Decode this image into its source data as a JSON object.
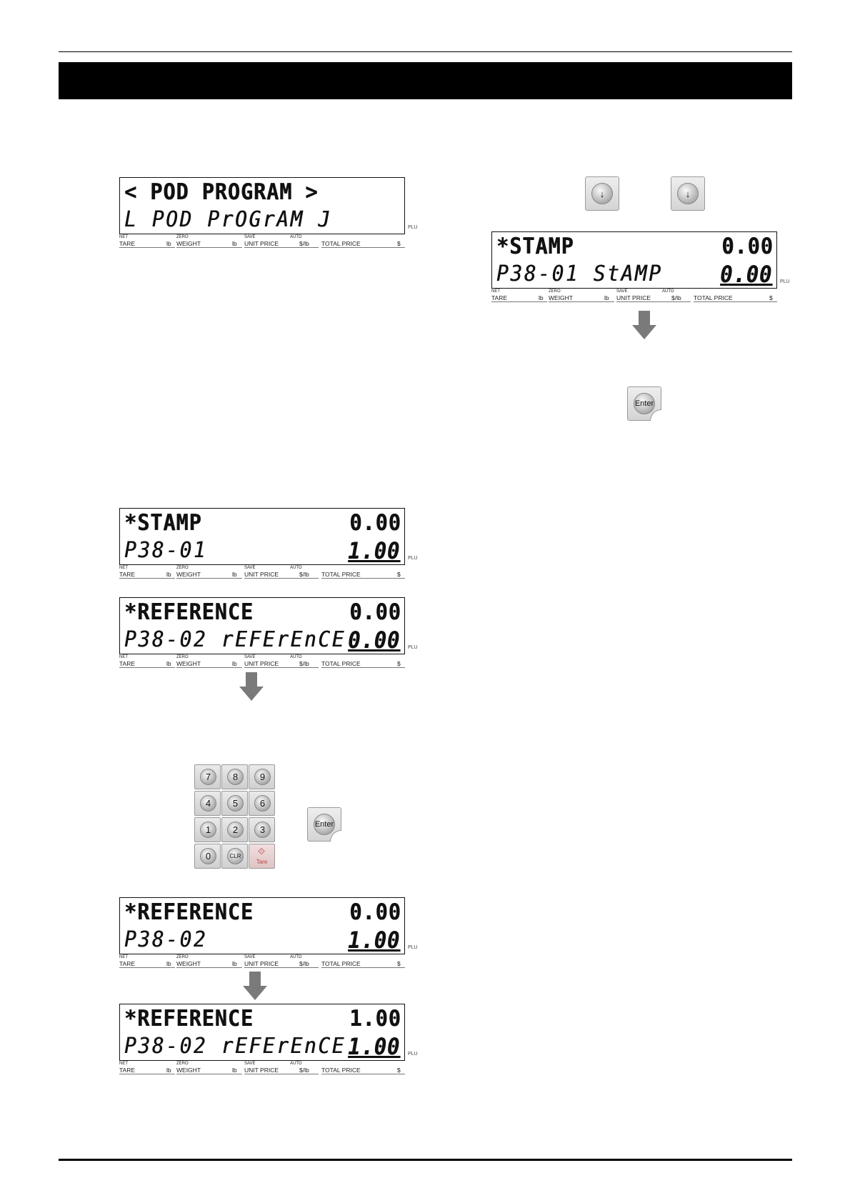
{
  "labels": {
    "net": "NET",
    "zero": "ZERO",
    "save": "SAVE",
    "auto": "AUTO",
    "tare": "TARE",
    "lb1": "lb",
    "weight": "WEIGHT",
    "lb2": "lb",
    "unit_price": "UNIT PRICE",
    "per_lb": "$/lb",
    "total_price": "TOTAL PRICE",
    "dollar": "$",
    "plu": "PLU"
  },
  "displays": {
    "pod_program": {
      "line1": "< POD PROGRAM >",
      "line2": "L POD PrOGrAM J",
      "value1": "",
      "value2": ""
    },
    "stamp_right": {
      "line1": "*STAMP",
      "line2": "P38-01 StAMP",
      "value1": "0.00",
      "value2": "0.00"
    },
    "stamp_left": {
      "line1": "*STAMP",
      "line2": "P38-01",
      "value1": "0.00",
      "value2": "1.00"
    },
    "reference_a": {
      "line1": "*REFERENCE",
      "line2": "P38-02 rEFErEnCE",
      "value1": "0.00",
      "value2": "0.00"
    },
    "reference_b": {
      "line1": "*REFERENCE",
      "line2": "P38-02",
      "value1": "0.00",
      "value2": "1.00"
    },
    "reference_c": {
      "line1": "*REFERENCE",
      "line2": "P38-02 rEFErEnCE",
      "value1": "1.00",
      "value2": "1.00"
    }
  },
  "keys": {
    "down_arrow": "↓",
    "enter": "Enter",
    "numpad": [
      "7",
      "8",
      "9",
      "4",
      "5",
      "6",
      "1",
      "2",
      "3",
      "0",
      "CLR",
      "Tare"
    ]
  },
  "icons": {
    "down-arrow": "gray-down-arrow",
    "tare": "tare-icon"
  }
}
